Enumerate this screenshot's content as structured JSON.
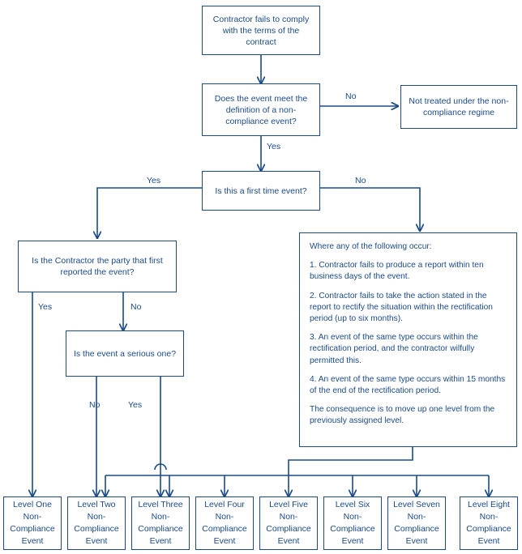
{
  "diagram": {
    "title": "Non-compliance event escalation flowchart",
    "accent_color": "#1b4a86",
    "background_color": "#ffffff"
  },
  "nodes": {
    "start": "Contractor fails to comply with the terms of the contract",
    "definition_check": "Does the event meet the definition of a non-compliance event?",
    "not_treated": "Not treated under the non-compliance regime",
    "first_time_check": "Is this a first time event?",
    "reporter_check": "Is the Contractor the party that first reported the event?",
    "serious_check": "Is the event a serious one?",
    "conditions_box": {
      "intro": "Where any of the following occur:",
      "item1": "1.  Contractor fails to produce a report within ten business days of the event.",
      "item2": "2.  Contractor fails to take the action stated in the report to rectify the situation within the rectification period (up to six months).",
      "item3": "3.  An event of the same type occurs within the rectification period, and the contractor wilfully permitted this.",
      "item4": "4.  An event of the same type occurs within 15 months of the end of the rectification period.",
      "consequence": "The consequence is to move up one level from the previously assigned level."
    }
  },
  "levels": [
    {
      "line1": "Level One",
      "line2": "Non-",
      "line3": "Compliance",
      "line4": "Event"
    },
    {
      "line1": "Level Two",
      "line2": "Non-",
      "line3": "Compliance",
      "line4": "Event"
    },
    {
      "line1": "Level Three",
      "line2": "Non-",
      "line3": "Compliance",
      "line4": "Event"
    },
    {
      "line1": "Level Four",
      "line2": "Non-",
      "line3": "Compliance",
      "line4": "Event"
    },
    {
      "line1": "Level Five",
      "line2": "Non-",
      "line3": "Compliance",
      "line4": "Event"
    },
    {
      "line1": "Level Six",
      "line2": "Non-",
      "line3": "Compliance",
      "line4": "Event"
    },
    {
      "line1": "Level Seven",
      "line2": "Non-",
      "line3": "Compliance",
      "line4": "Event"
    },
    {
      "line1": "Level Eight",
      "line2": "Non-",
      "line3": "Compliance",
      "line4": "Event"
    }
  ],
  "edge_labels": {
    "definition_no": "No",
    "definition_yes": "Yes",
    "first_time_yes": "Yes",
    "first_time_no": "No",
    "reporter_yes": "Yes",
    "reporter_no": "No",
    "serious_no": "No",
    "serious_yes": "Yes"
  }
}
